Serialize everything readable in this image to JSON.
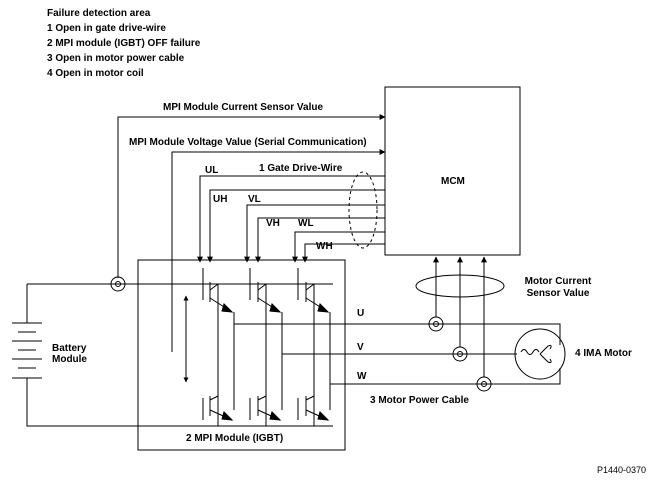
{
  "legend": {
    "title": "Failure detection area",
    "items": [
      "1 Open in gate drive-wire",
      "2 MPI module (IGBT) OFF failure",
      "3 Open in motor power cable",
      "4 Open in motor coil"
    ]
  },
  "labels": {
    "current_sensor": "MPI Module Current Sensor Value",
    "voltage_value": "MPI Module Voltage Value (Serial Communication)",
    "gate_drive_wire": "1 Gate Drive-Wire",
    "mcm": "MCM",
    "motor_current_line1": "Motor Current",
    "motor_current_line2": "Sensor Value",
    "battery_line1": "Battery",
    "battery_line2": "Module",
    "ima_motor": "4 IMA Motor",
    "mpi_module": "2 MPI Module (IGBT)",
    "motor_power_cable": "3 Motor Power Cable",
    "figure_id": "P1440-0370"
  },
  "signals": [
    "UL",
    "UH",
    "VL",
    "VH",
    "WL",
    "WH"
  ],
  "phases": [
    "U",
    "V",
    "W"
  ]
}
